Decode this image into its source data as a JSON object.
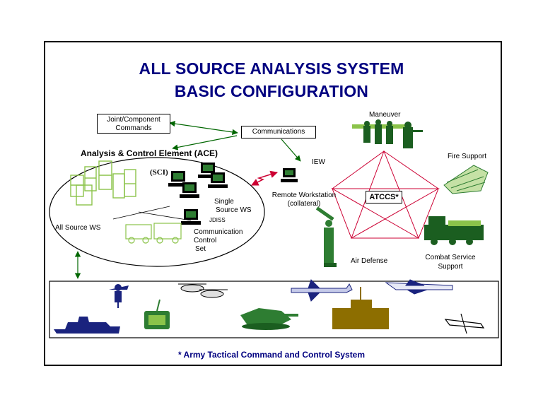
{
  "title": {
    "line1": "ALL SOURCE ANALYSIS SYSTEM",
    "line2": "BASIC CONFIGURATION"
  },
  "boxes": {
    "joint_line1": "Joint/Component",
    "joint_line2": "Commands",
    "communications": "Communications",
    "atccs": "ATCCS*"
  },
  "labels": {
    "ace": "Analysis & Control Element (ACE)",
    "sci": "(SCI)",
    "all_source_ws": "All Source WS",
    "single_source_line1": "Single",
    "single_source_line2": "Source WS",
    "jdiss": "JDISS",
    "comm_control_line1": "Communication",
    "comm_control_line2": "Control",
    "comm_control_line3": "Set",
    "remote_line1": "Remote Workstation",
    "remote_line2": "(collateral)",
    "iew": "IEW",
    "maneuver": "Maneuver",
    "fire_support": "Fire Support",
    "air_defense": "Air Defense",
    "css_line1": "Combat Service",
    "css_line2": "Support"
  },
  "footnote": "* Army Tactical Command and Control System",
  "colors": {
    "title": "#000080",
    "arrow": "#006600",
    "pentagon": "#cc0033",
    "footnote": "#000080",
    "clipart_green": "#2e7d32",
    "clipart_light": "#8bc34a",
    "clipart_navy": "#1a237e",
    "clipart_olive": "#8d6e00"
  }
}
